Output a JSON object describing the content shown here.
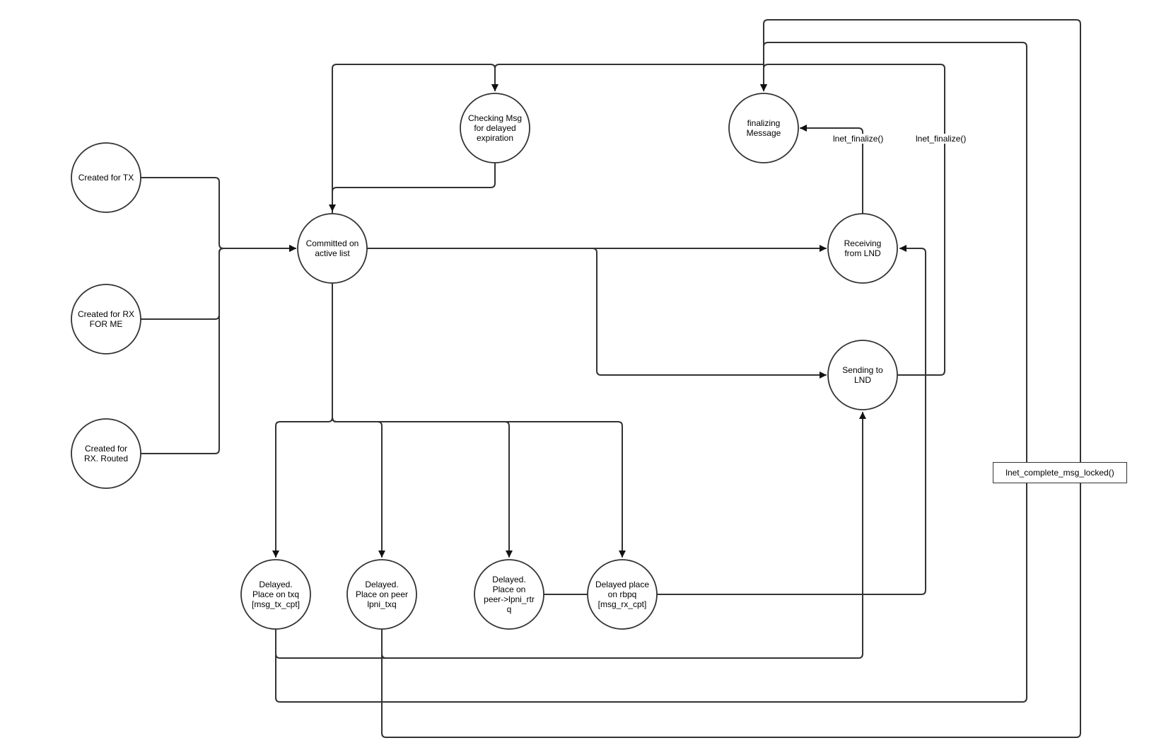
{
  "nodes": {
    "created_tx": "Created for TX",
    "created_rx_me": "Created for RX\nFOR ME",
    "created_rx_routed": "Created for\nRX. Routed",
    "committed": "Committed on\nactive list",
    "checking_msg": "Checking Msg\nfor delayed\nexpiration",
    "finalizing": "finalizing\nMessage",
    "receiving": "Receiving\nfrom LND",
    "sending": "Sending to\nLND",
    "delayed_txq": "Delayed.\nPlace on txq\n[msg_tx_cpt]",
    "delayed_peer_txq": "Delayed.\nPlace on peer\nlpni_txq",
    "delayed_peer_rtrq": "Delayed.\nPlace on\npeer->lpni_rtr\nq",
    "delayed_rbpq": "Delayed place\non rbpq\n[msg_rx_cpt]",
    "complete_locked": "lnet_complete_msg_locked()"
  },
  "edge_labels": {
    "finalize_1": "lnet_finalize()",
    "finalize_2": "lnet_finalize()"
  },
  "colors": {
    "stroke": "#333333",
    "background": "#ffffff"
  }
}
